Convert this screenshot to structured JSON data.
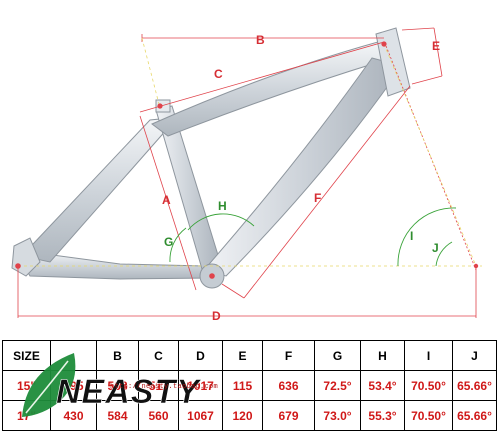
{
  "dimension_labels": {
    "A": "A",
    "B": "B",
    "C": "C",
    "D": "D",
    "E": "E",
    "F": "F",
    "G": "G",
    "H": "H",
    "I": "I",
    "J": "J"
  },
  "table": {
    "headers": [
      "SIZE",
      "",
      "B",
      "C",
      "D",
      "E",
      "F",
      "G",
      "H",
      "I",
      "J"
    ],
    "rows": [
      [
        "15\"",
        "395",
        "568",
        "511",
        "1017",
        "115",
        "636",
        "72.5°",
        "53.4°",
        "70.50°",
        "65.66°"
      ],
      [
        "17\"",
        "430",
        "584",
        "560",
        "1067",
        "120",
        "679",
        "73.0°",
        "55.3°",
        "70.50°",
        "65.66°"
      ]
    ]
  },
  "logo": {
    "text": "NEASTY",
    "watermark": "http://neasty.taobao.com"
  },
  "colors": {
    "dimension_line": "#e0434b",
    "angle_line": "#3aa33a",
    "frame": "#d9dee3",
    "table_value": "#d01818",
    "table_angle": "#1c7a12",
    "logo_green": "#1e8c3a"
  }
}
